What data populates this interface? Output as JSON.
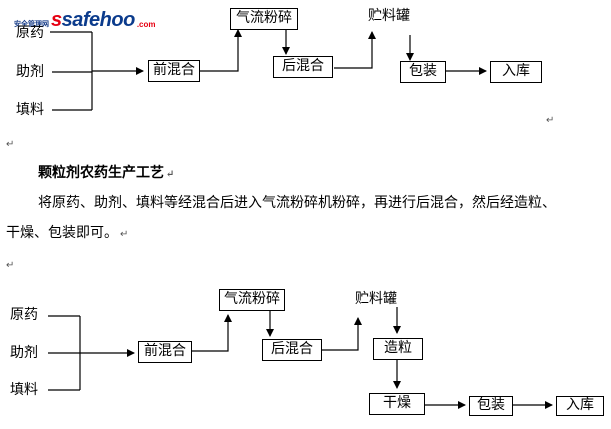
{
  "watermark": {
    "left_text": "安全管理网",
    "brand": "safehoo",
    "suffix": ".com"
  },
  "flow1": {
    "inputs": [
      "原药",
      "助剂",
      "填料"
    ],
    "premix": "前混合",
    "airmill": "气流粉碎",
    "postmix": "后混合",
    "storage": "贮料罐",
    "pack": "包装",
    "warehouse": "入库"
  },
  "section": {
    "heading": "颗粒剂农药生产工艺",
    "para_line1": "将原药、助剂、填料等经混合后进入气流粉碎机粉碎，再进行后混合，然后经造粒、",
    "para_line2": "干燥、包装即可。"
  },
  "flow2": {
    "inputs": [
      "原药",
      "助剂",
      "填料"
    ],
    "premix": "前混合",
    "airmill": "气流粉碎",
    "postmix": "后混合",
    "storage": "贮料罐",
    "granulate": "造粒",
    "dry": "干燥",
    "pack": "包装",
    "warehouse": "入库"
  },
  "marks": {
    "paragraph": "↵"
  }
}
